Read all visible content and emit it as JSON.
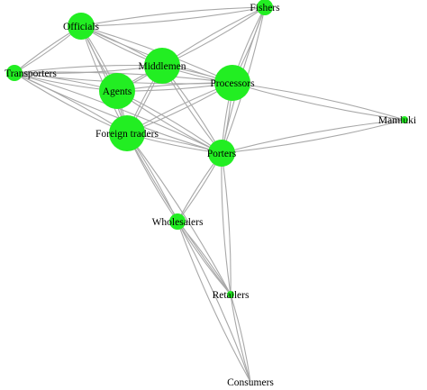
{
  "colors": {
    "node_fill": "#22ee22",
    "edge_stroke": "#a8a8a8",
    "label": "#000000"
  },
  "nodes": [
    {
      "id": "fishers",
      "label": "Fishers",
      "size": "small"
    },
    {
      "id": "officials",
      "label": "Officials",
      "size": "medium"
    },
    {
      "id": "transporters",
      "label": "Transporters",
      "size": "small"
    },
    {
      "id": "middlemen",
      "label": "Middlemen",
      "size": "large"
    },
    {
      "id": "agents",
      "label": "Agents",
      "size": "large"
    },
    {
      "id": "processors",
      "label": "Processors",
      "size": "large"
    },
    {
      "id": "mamluki",
      "label": "Mamluki",
      "size": "tiny"
    },
    {
      "id": "foreign",
      "label": "Foreign traders",
      "size": "large"
    },
    {
      "id": "porters",
      "label": "Porters",
      "size": "medium"
    },
    {
      "id": "wholesalers",
      "label": "Wholesalers",
      "size": "small"
    },
    {
      "id": "retailers",
      "label": "Retailers",
      "size": "tiny"
    },
    {
      "id": "consumers",
      "label": "Consumers",
      "size": "none"
    }
  ],
  "edges": [
    [
      "officials",
      "middlemen"
    ],
    [
      "officials",
      "agents"
    ],
    [
      "officials",
      "transporters"
    ],
    [
      "officials",
      "processors"
    ],
    [
      "officials",
      "foreign"
    ],
    [
      "transporters",
      "middlemen"
    ],
    [
      "transporters",
      "agents"
    ],
    [
      "transporters",
      "processors"
    ],
    [
      "transporters",
      "foreign"
    ],
    [
      "transporters",
      "porters"
    ],
    [
      "middlemen",
      "fishers"
    ],
    [
      "middlemen",
      "agents"
    ],
    [
      "middlemen",
      "processors"
    ],
    [
      "middlemen",
      "foreign"
    ],
    [
      "middlemen",
      "porters"
    ],
    [
      "agents",
      "processors"
    ],
    [
      "agents",
      "foreign"
    ],
    [
      "agents",
      "porters"
    ],
    [
      "processors",
      "fishers"
    ],
    [
      "processors",
      "foreign"
    ],
    [
      "processors",
      "porters"
    ],
    [
      "processors",
      "mamluki"
    ],
    [
      "foreign",
      "porters"
    ],
    [
      "foreign",
      "wholesalers"
    ],
    [
      "foreign",
      "retailers"
    ],
    [
      "porters",
      "wholesalers"
    ],
    [
      "porters",
      "retailers"
    ],
    [
      "porters",
      "mamluki"
    ],
    [
      "porters",
      "fishers"
    ],
    [
      "wholesalers",
      "retailers"
    ],
    [
      "wholesalers",
      "consumers"
    ],
    [
      "retailers",
      "consumers"
    ],
    [
      "officials",
      "fishers"
    ]
  ]
}
